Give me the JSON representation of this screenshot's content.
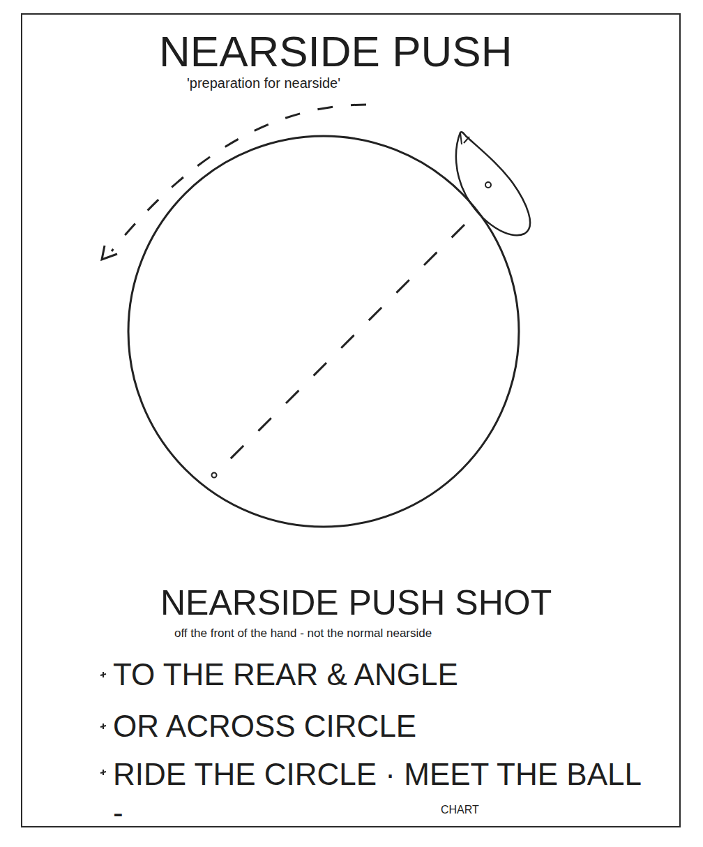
{
  "diagram": {
    "title": "NEARSIDE PUSH",
    "labels": [
      "'preparation for nearside'",
      "NEARSIDE PUSH SHOT",
      "off the front of the hand - not the normal nearside",
      "TO THE REAR & ANGLE",
      "OR ACROSS CIRCLE",
      "RIDE THE CIRCLE · MEET THE BALL -",
      "CHART"
    ]
  }
}
